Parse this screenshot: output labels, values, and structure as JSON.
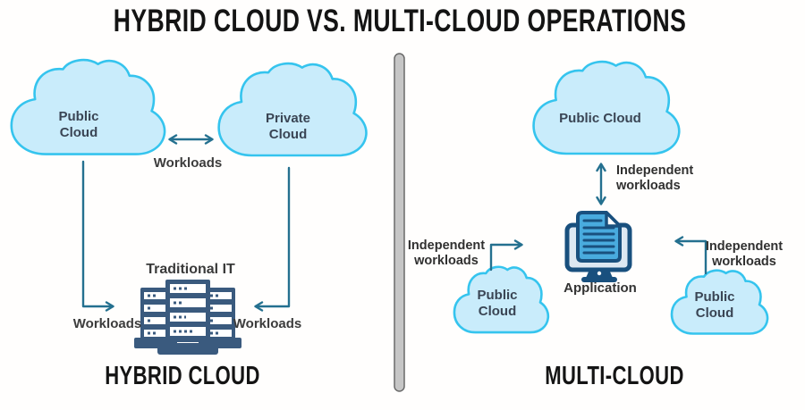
{
  "title": "HYBRID CLOUD VS. MULTI-CLOUD OPERATIONS",
  "hybrid": {
    "heading": "HYBRID CLOUD",
    "public_cloud": {
      "line1": "Public",
      "line2": "Cloud"
    },
    "private_cloud": {
      "line1": "Private",
      "line2": "Cloud"
    },
    "workloads_between": "Workloads",
    "workloads_left": "Workloads",
    "workloads_right": "Workloads",
    "traditional_it_label": "Traditional IT"
  },
  "multi": {
    "heading": "MULTI-CLOUD",
    "public_cloud_top": "Public Cloud",
    "public_cloud_left": {
      "line1": "Public",
      "line2": "Cloud"
    },
    "public_cloud_right": {
      "line1": "Public",
      "line2": "Cloud"
    },
    "independent_workloads_top": {
      "line1": "Independent",
      "line2": "workloads"
    },
    "independent_workloads_left": {
      "line1": "Independent",
      "line2": "workloads"
    },
    "independent_workloads_right": {
      "line1": "Independent",
      "line2": "workloads"
    },
    "application_label": "Application"
  },
  "colors": {
    "cloud_fill": "#C9ECFB",
    "cloud_border": "#35C4EE",
    "arrow": "#24708F",
    "server_icon": "#3A5A7E",
    "monitor_outline": "#19507E",
    "document_fill": "#49ABDE",
    "divider_fill": "#C6C6C6",
    "divider_border": "#6A6A6A",
    "label_text": "#3A4554",
    "heading_text": "#141414"
  }
}
